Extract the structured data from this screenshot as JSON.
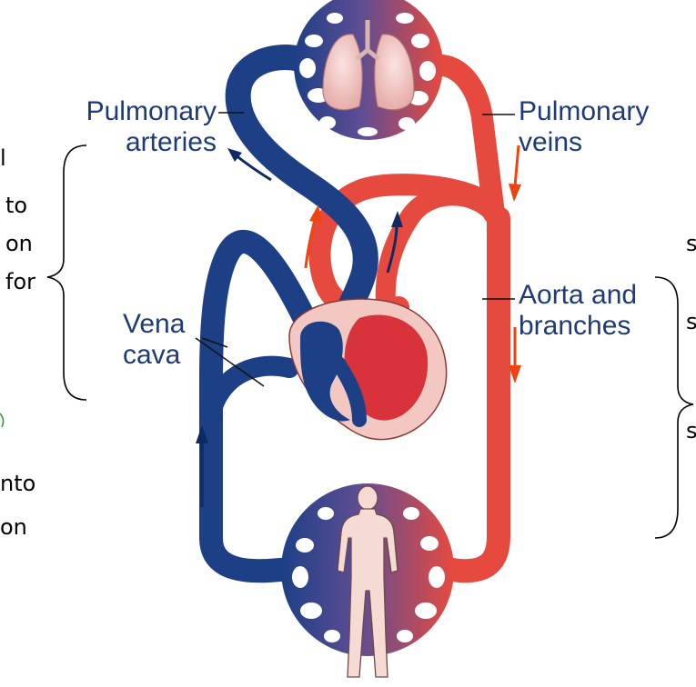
{
  "labels": {
    "pulmonary_arteries": [
      "Pulmonary",
      "arteries"
    ],
    "pulmonary_veins": [
      "Pulmonary",
      "veins"
    ],
    "vena_cava": [
      "Vena",
      "cava"
    ],
    "aorta": [
      "Aorta and",
      "branches"
    ]
  },
  "left_fragments": [
    "l",
    "to",
    "on",
    "for",
    "",
    "nto",
    "on"
  ],
  "right_fragments": [
    "s",
    "s",
    "s"
  ],
  "colors": {
    "deoxygenated": "#1d3f86",
    "oxygenated": "#e64a3f",
    "arrow_red": "#ee4411",
    "arrow_blue": "#0d2a62",
    "heart_outer": "#f3c8c2",
    "lungs": "#f1c7c5",
    "label_text": "#1e3a78",
    "bracket_green": "#2c9a3d"
  }
}
